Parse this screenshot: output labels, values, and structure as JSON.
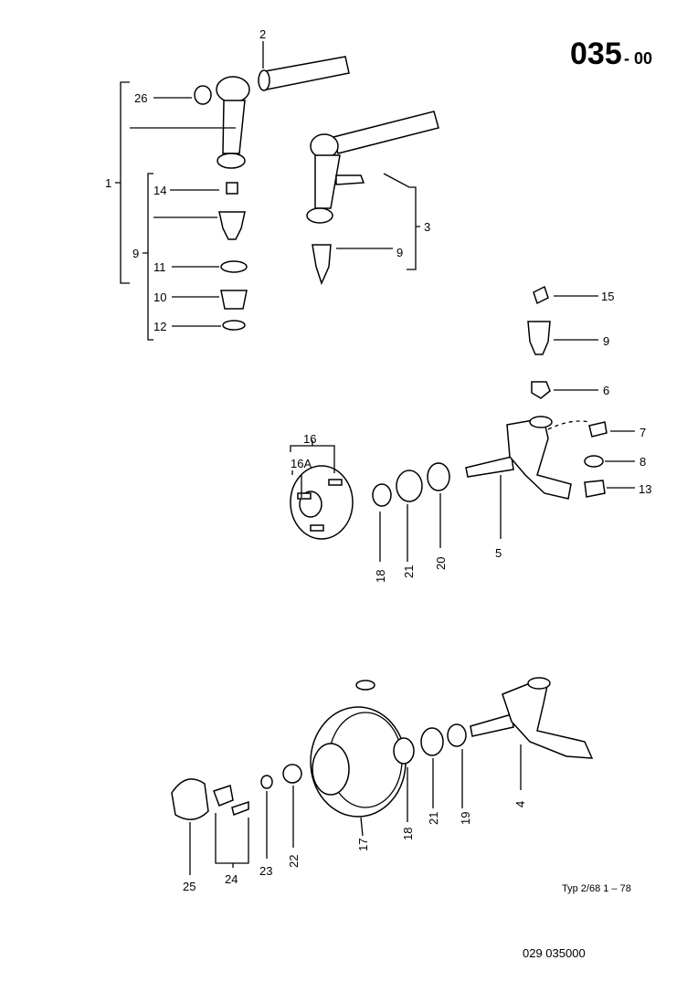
{
  "header": {
    "group": "035",
    "suffix": "- 00"
  },
  "labels": {
    "l2": "2",
    "l26": "26",
    "l1": "1",
    "l14": "14",
    "l9a": "9",
    "l11": "11",
    "l10": "10",
    "l12": "12",
    "l3": "3",
    "l9b": "9",
    "l15": "15",
    "l9c": "9",
    "l6": "6",
    "l7": "7",
    "l8": "8",
    "l13": "13",
    "l16": "16",
    "l16a": "16A",
    "l18a": "18",
    "l21a": "21",
    "l20": "20",
    "l5": "5",
    "l18b": "18",
    "l21b": "21",
    "l19": "19",
    "l4": "4",
    "l17": "17",
    "l22": "22",
    "l23": "23",
    "l24": "24",
    "l25": "25"
  },
  "footer": {
    "type_note": "Typ 2/68   1 – 78",
    "page_code": "029  035000"
  }
}
